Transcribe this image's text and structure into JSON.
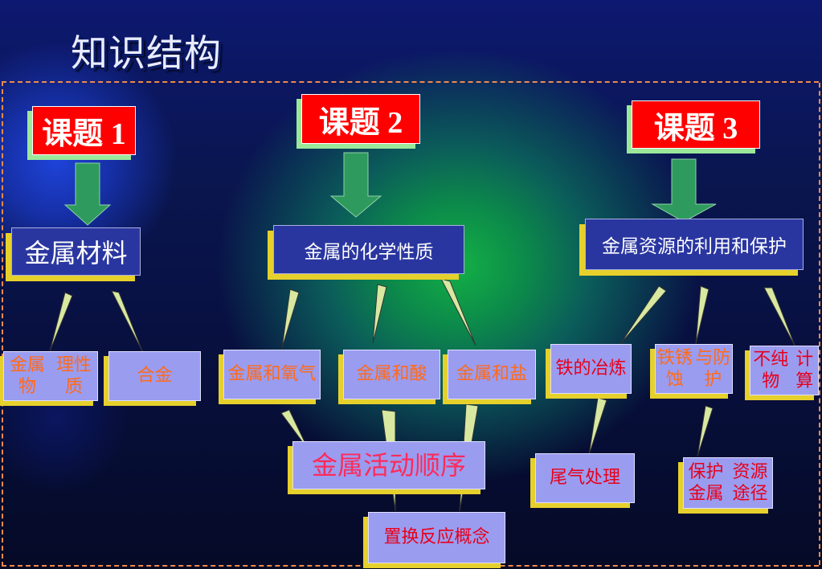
{
  "title": "知识结构",
  "colors": {
    "topic_bg": "#ff0000",
    "main_bg": "#2a36a0",
    "sub_bg": "#9a9cf0",
    "shadow_yellow": "#e6d02c",
    "frame_dash": "#f08a4b"
  },
  "topics": [
    {
      "label": "课题 1",
      "concept": "金属材料",
      "children": [
        {
          "lines": [
            "金属物",
            "理性质"
          ]
        },
        {
          "lines": [
            "合金"
          ]
        }
      ]
    },
    {
      "label": "课题 2",
      "concept": "金属的化学性质",
      "children": [
        {
          "lines": [
            "金属和",
            "氧气"
          ]
        },
        {
          "lines": [
            "金属和酸"
          ]
        },
        {
          "lines": [
            "金属和盐"
          ]
        }
      ],
      "extra": [
        {
          "lines": [
            "金属活动顺序"
          ]
        },
        {
          "lines": [
            "置换反应",
            "概念"
          ]
        }
      ]
    },
    {
      "label": "课题 3",
      "concept": "金属资源的利用和保护",
      "children": [
        {
          "lines": [
            "铁的冶炼"
          ]
        },
        {
          "lines": [
            "铁锈蚀",
            "与防护"
          ]
        },
        {
          "lines": [
            "不纯物",
            "计算"
          ]
        }
      ],
      "extra": [
        {
          "lines": [
            "尾气处理"
          ]
        },
        {
          "lines": [
            "保护金属",
            "资源途径"
          ]
        }
      ]
    }
  ]
}
